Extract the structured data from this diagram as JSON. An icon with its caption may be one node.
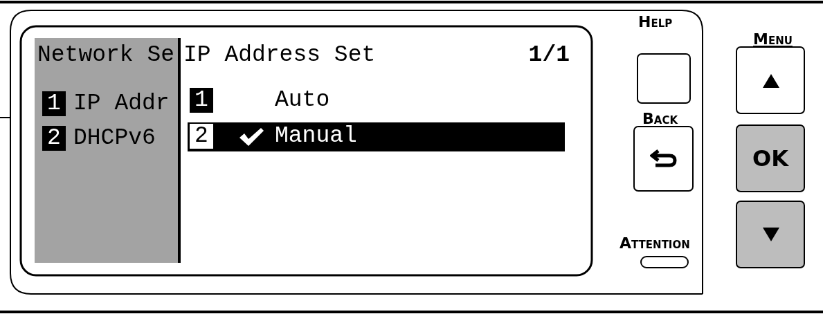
{
  "diagram": {
    "nodes": [
      {
        "text": [
          "Network Se"
        ]
      },
      {
        "text": [
          "1",
          "IP Addr"
        ],
        "in": 0
      },
      {
        "text": [
          "2",
          "DHCPv6"
        ],
        "in": 0
      },
      {
        "text": [
          "IP Address Set",
          "1/1"
        ]
      },
      {
        "text": [
          "1",
          "Auto"
        ],
        "in": 3
      },
      {
        "text": [
          "2",
          "Manual"
        ],
        "in": 3
      },
      {
        "text": [
          "Help"
        ]
      },
      {
        "text": [
          "Menu"
        ]
      },
      {
        "text": [
          "Back"
        ]
      },
      {
        "text": [
          "OK"
        ]
      },
      {
        "text": [],
        "shape": "box"
      },
      {
        "text": [
          "Attention"
        ]
      }
    ],
    "edges": []
  }
}
